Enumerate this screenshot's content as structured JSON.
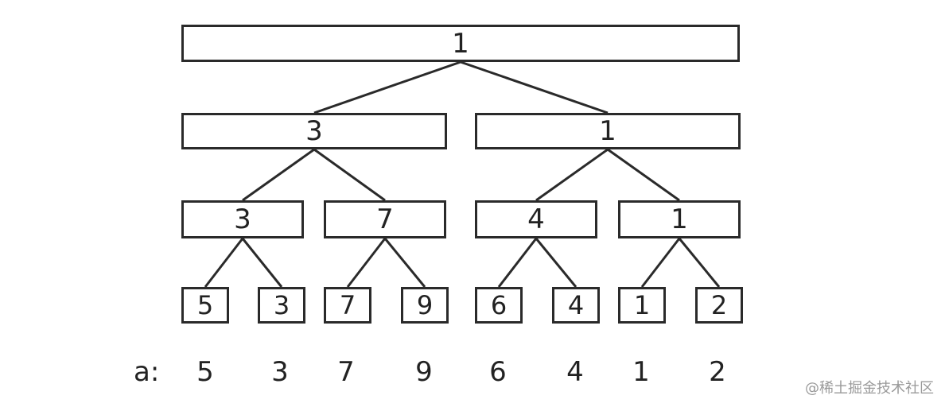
{
  "tree": {
    "levels": [
      [
        "1"
      ],
      [
        "3",
        "1"
      ],
      [
        "3",
        "7",
        "4",
        "1"
      ],
      [
        "5",
        "3",
        "7",
        "9",
        "6",
        "4",
        "1",
        "2"
      ]
    ],
    "edge_color": "#2a2a2a"
  },
  "array": {
    "label": "a:",
    "values": [
      "5",
      "3",
      "7",
      "9",
      "6",
      "4",
      "1",
      "2"
    ]
  },
  "watermark": "@稀土掘金技术社区"
}
